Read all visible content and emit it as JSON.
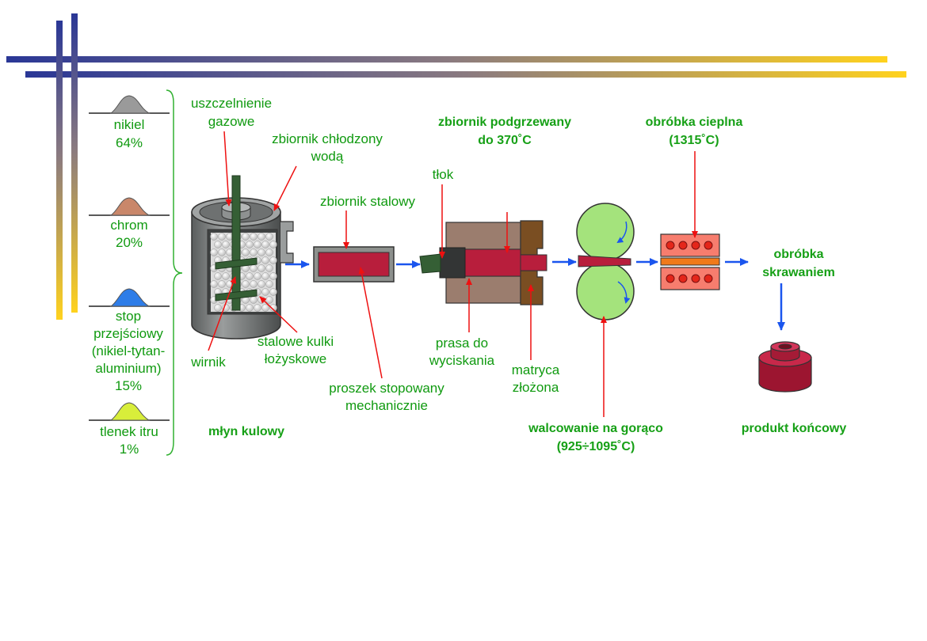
{
  "ingredients": {
    "nickel": {
      "line1": "nikiel",
      "line2": "64%"
    },
    "chromium": {
      "line1": "chrom",
      "line2": "20%"
    },
    "alloy": {
      "line1": "stop",
      "line2": "przejściowy",
      "line3": "(nikiel-tytan-",
      "line4": "aluminium)",
      "line5": "15%"
    },
    "yttria": {
      "line1": "tlenek itru",
      "line2": "1%"
    }
  },
  "mill": {
    "gas_seal": {
      "line1": "uszczelnienie",
      "line2": "gazowe"
    },
    "cooled_tank": {
      "line1": "zbiornik chłodzony",
      "line2": "wodą"
    },
    "impeller": "wirnik",
    "balls": {
      "line1": "stalowe kulki",
      "line2": "łożyskowe"
    },
    "caption": "młyn kulowy"
  },
  "steel_container": {
    "label": "zbiornik stalowy",
    "powder": {
      "line1": "proszek stopowany",
      "line2": "mechanicznie"
    }
  },
  "press": {
    "heated_header": {
      "line1": "zbiornik podgrzewany",
      "line2": "do 370˚C"
    },
    "piston": "tłok",
    "press_label": {
      "line1": "prasa do",
      "line2": "wyciskania"
    },
    "die": {
      "line1": "matryca",
      "line2": "złożona"
    }
  },
  "rolling": {
    "line1": "walcowanie na gorąco",
    "line2": "(925÷1095˚C)"
  },
  "heat_treatment": {
    "line1": "obróbka cieplna",
    "line2": "(1315˚C)"
  },
  "machining": {
    "line1": "obróbka",
    "line2": "skrawaniem"
  },
  "product": "produkt końcowy",
  "colors": {
    "text_green": "#109a10",
    "arrow_red": "#ee1111",
    "flow_blue": "#1a55ee",
    "product_red": "#b81e3c"
  }
}
